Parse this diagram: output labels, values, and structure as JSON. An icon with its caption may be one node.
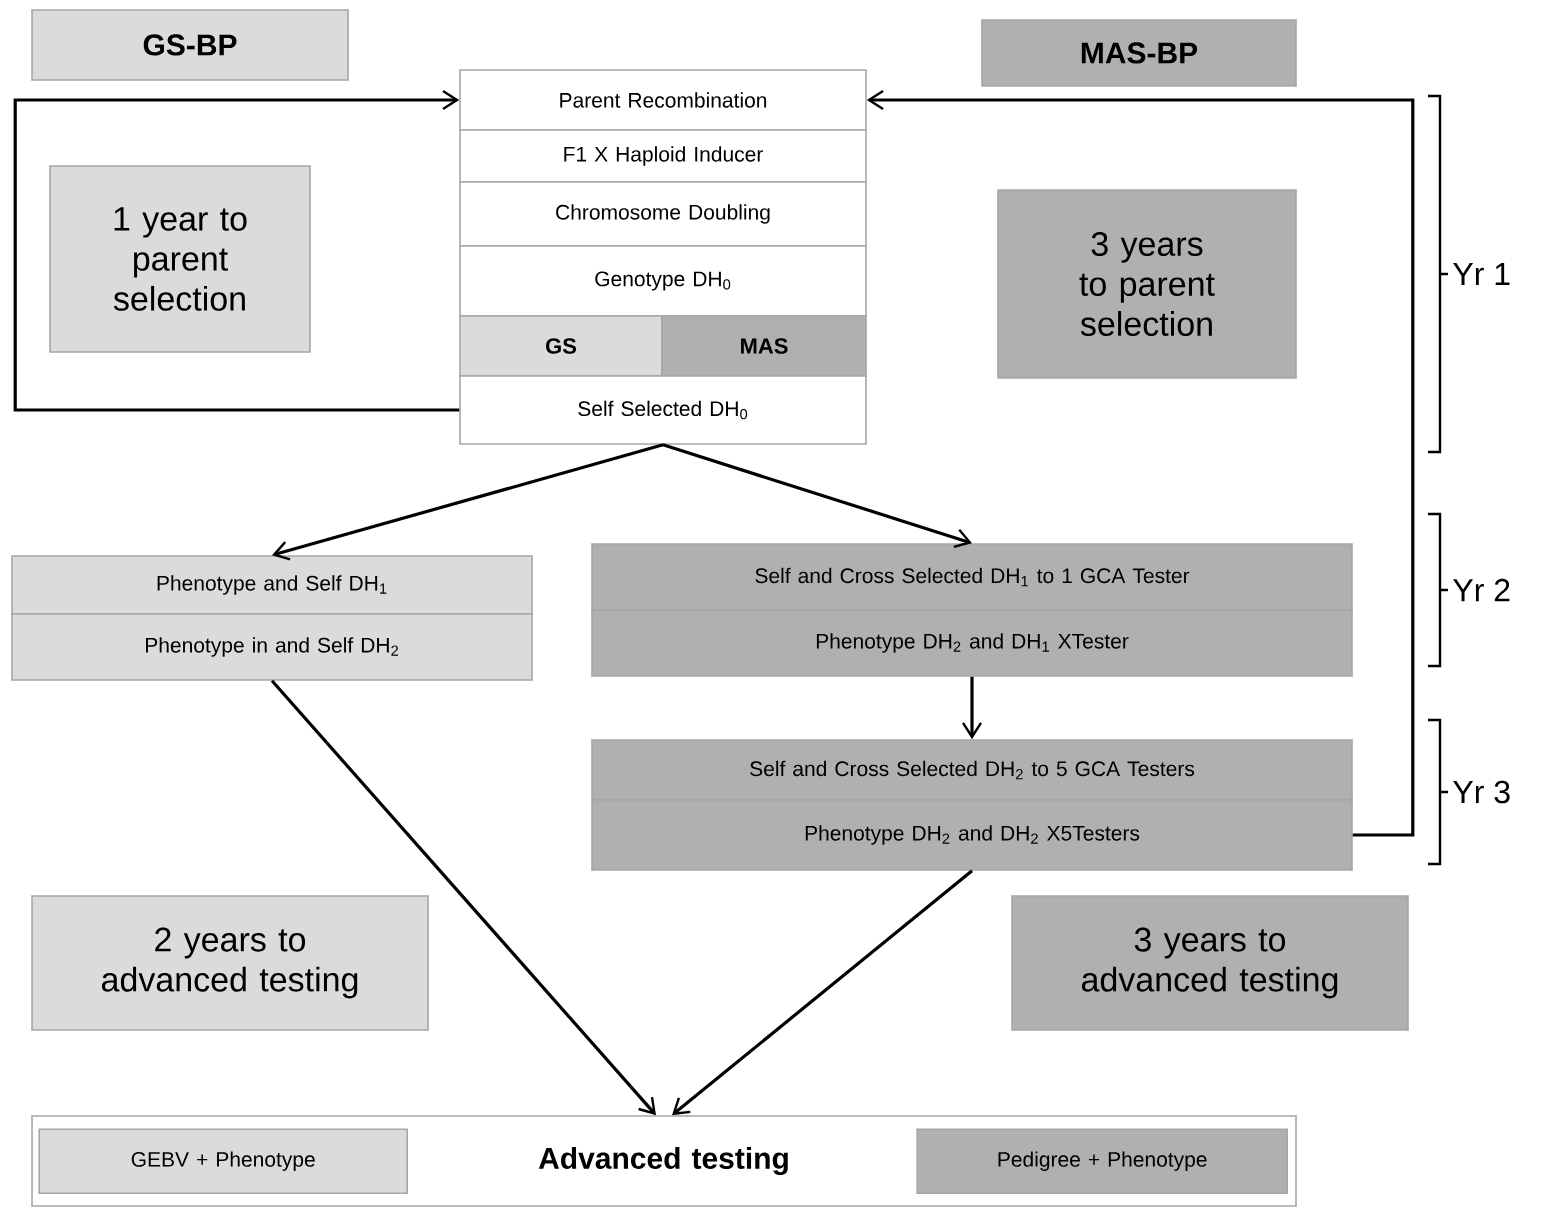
{
  "diagram": {
    "nodes": [
      {
        "text": [
          "GS-BP"
        ]
      },
      {
        "text": [
          "MAS-BP"
        ]
      },
      {
        "text": [
          "Parent Recombination"
        ]
      },
      {
        "text": [
          "F1 X Haploid Inducer"
        ]
      },
      {
        "text": [
          "Chromosome Doubling"
        ]
      },
      {
        "text": [
          "Genotype DH$_{0}$"
        ]
      },
      {
        "text": [
          "GS"
        ]
      },
      {
        "text": [
          "MAS"
        ]
      },
      {
        "text": [
          "Self Selected DH$_{0}$"
        ]
      },
      {
        "text": [
          "1 year to parent selection"
        ]
      },
      {
        "text": [
          "3 years to parent selection"
        ]
      },
      {
        "text": [
          "Phenotype and Self DH$_{1}$"
        ]
      },
      {
        "text": [
          "Phenotype in and Self DH$_{2}$"
        ]
      },
      {
        "text": [
          "Self and Cross Selected DH$_{1}$ to 1 GCA Tester"
        ]
      },
      {
        "text": [
          "Phenotype DH$_{2}$ and DH$_{1}$ XTester"
        ]
      },
      {
        "text": [
          "Self and Cross Selected DH$_{2}$ to 5 GCA Testers"
        ]
      },
      {
        "text": [
          "Phenotype DH$_{2}$ and DH$_{2}$ X5Testers"
        ]
      },
      {
        "text": [
          "2 years to advanced testing"
        ]
      },
      {
        "text": [
          "3 years to advanced testing"
        ]
      },
      {
        "text": [
          "Advanced testing"
        ]
      },
      {
        "text": [
          "GEBV + Phenotype"
        ],
        "in": 19
      },
      {
        "text": [
          "Pedigree + Phenotype"
        ],
        "in": 19
      }
    ],
    "edges": [
      {
        "from": 8,
        "to": 2,
        "arrow": "to"
      },
      {
        "from": 16,
        "to": 2,
        "arrow": "to"
      },
      {
        "from": 8,
        "to": 11,
        "arrow": "to"
      },
      {
        "from": 8,
        "to": 13,
        "arrow": "to"
      },
      {
        "from": 14,
        "to": 15,
        "arrow": "to"
      },
      {
        "from": 12,
        "to": 19,
        "arrow": "to"
      },
      {
        "from": 16,
        "to": 19,
        "arrow": "to"
      }
    ],
    "labels": [
      "Yr 1",
      "Yr 2",
      "Yr 3"
    ]
  }
}
